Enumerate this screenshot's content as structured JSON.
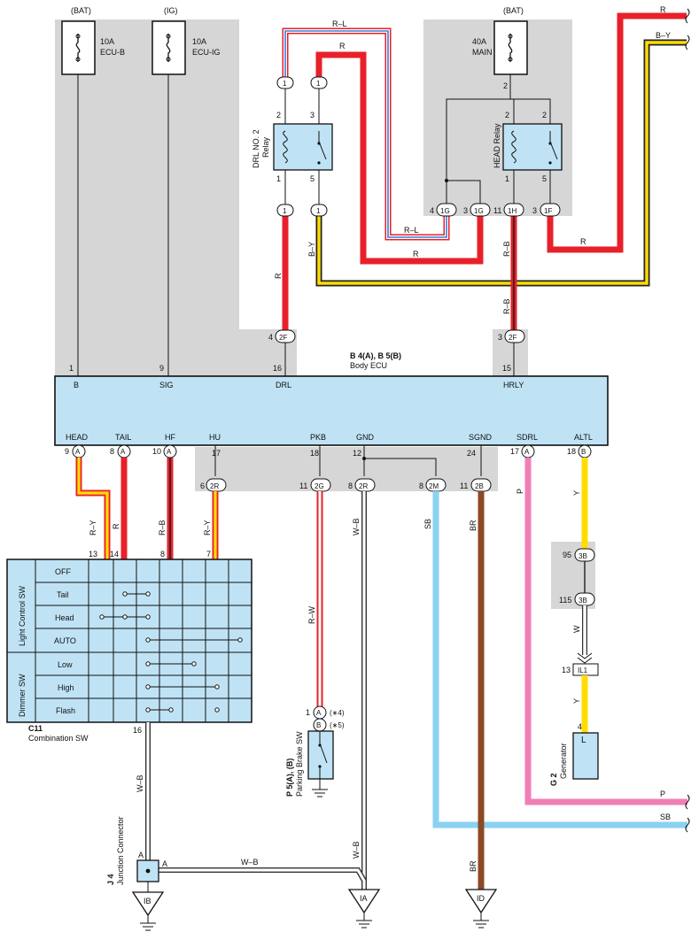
{
  "fuses": [
    {
      "supply": "(BAT)",
      "rating": "10A",
      "name": "ECU-B"
    },
    {
      "supply": "(IG)",
      "rating": "10A",
      "name": "ECU-IG"
    },
    {
      "supply": "(BAT)",
      "rating": "40A",
      "name": "MAIN"
    }
  ],
  "relays": {
    "drl": {
      "name": "DRL NO. 2",
      "sub": "Relay",
      "pins": [
        "2",
        "3",
        "1",
        "5"
      ]
    },
    "head": {
      "name": "HEAD Relay",
      "pins": [
        "2",
        "2",
        "1",
        "5"
      ]
    }
  },
  "wire_colors": {
    "R": "#e8202a",
    "Y": "#ffdd00",
    "P": "#f07fb5",
    "SB": "#8ad2f2",
    "BR": "#8b4a25",
    "W": "#ffffff",
    "L": "#3a7dd8",
    "B": "#222222"
  },
  "wire_labels": {
    "rl": "R–L",
    "r": "R",
    "by": "B–Y",
    "rb": "R–B",
    "ry": "R–Y",
    "rw": "R–W",
    "wb": "W–B",
    "sb": "SB",
    "br": "BR",
    "p": "P",
    "y": "Y",
    "w": "W"
  },
  "connectors": {
    "c1": "1",
    "g1": "1G",
    "h1": "1H",
    "f1": "1F",
    "f2": "2F",
    "a": "A",
    "b": "B",
    "r2": "2R",
    "g2": "2G",
    "m2": "2M",
    "b2": "2B",
    "b3": "3B",
    "il1": "IL1"
  },
  "pin_numbers": {
    "n1": "1",
    "n2": "2",
    "n3": "3",
    "n4": "4",
    "n5": "5",
    "n6": "6",
    "n7": "7",
    "n8": "8",
    "n9": "9",
    "n10": "10",
    "n11": "11",
    "n12": "12",
    "n13": "13",
    "n14": "14",
    "n15": "15",
    "n16": "16",
    "n17": "17",
    "n18": "18",
    "n24": "24",
    "n95": "95",
    "n115": "115"
  },
  "body_ecu": {
    "id": "B 4(A), B 5(B)",
    "name": "Body ECU",
    "top_terms": [
      "B",
      "SIG",
      "DRL",
      "HRLY"
    ],
    "bottom_terms": [
      "HEAD",
      "TAIL",
      "HF",
      "HU",
      "PKB",
      "GND",
      "SGND",
      "SDRL",
      "ALTL"
    ]
  },
  "combination_sw": {
    "id": "C11",
    "name": "Combination SW",
    "group1": "Light Control SW",
    "group2": "Dimmer SW",
    "rows": [
      "OFF",
      "Tail",
      "Head",
      "AUTO",
      "Low",
      "High",
      "Flash"
    ]
  },
  "parking_brake": {
    "id": "P 5(A), (B)",
    "name": "Parking Brake SW",
    "note_a": "(∗4)",
    "note_b": "(∗5)"
  },
  "generator": {
    "id": "G 2",
    "name": "Generator",
    "term": "L"
  },
  "junction": {
    "id": "J 4",
    "name": "Junction Connector"
  },
  "grounds": [
    "IB",
    "IA",
    "ID"
  ]
}
